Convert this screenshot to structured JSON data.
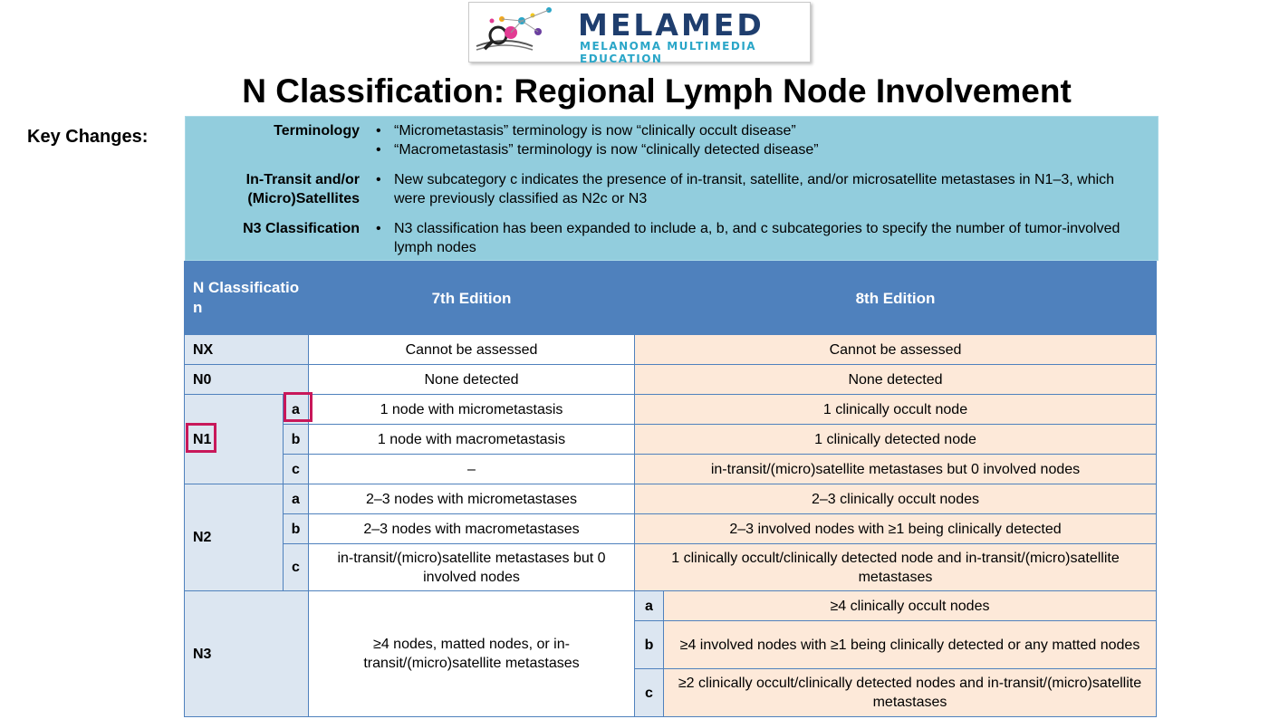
{
  "logo": {
    "name": "MELAMED",
    "tagline": "MELANOMA MULTIMEDIA EDUCATION"
  },
  "title": "N Classification: Regional Lymph Node Involvement",
  "key_changes_label": "Key Changes:",
  "changes": [
    {
      "label": "Terminology",
      "bullets": [
        "“Micrometastasis” terminology is now “clinically occult disease”",
        "“Macrometastasis” terminology is now “clinically detected disease”"
      ]
    },
    {
      "label": "In-Transit and/or (Micro)Satellites",
      "bullets": [
        "New subcategory c indicates the presence of in-transit, satellite, and/or microsatellite metastases in N1–3, which were previously classified as N2c or N3"
      ]
    },
    {
      "label": "N3 Classification",
      "bullets": [
        "N3 classification has been expanded to include a, b, and c subcategories to specify the number of tumor-involved lymph nodes"
      ]
    }
  ],
  "table": {
    "headers": [
      "N Classificatio n",
      "7th Edition",
      "8th Edition"
    ],
    "nx": {
      "label": "NX",
      "seventh": "Cannot be assessed",
      "eighth": "Cannot be assessed"
    },
    "n0": {
      "label": "N0",
      "seventh": "None detected",
      "eighth": "None detected"
    },
    "n1": {
      "label": "N1",
      "rows": [
        {
          "sub": "a",
          "seventh": "1 node with micrometastasis",
          "eighth": "1 clinically occult node"
        },
        {
          "sub": "b",
          "seventh": "1 node with macrometastasis",
          "eighth": "1 clinically detected node"
        },
        {
          "sub": "c",
          "seventh": "–",
          "eighth": "in-transit/(micro)satellite metastases but 0 involved nodes"
        }
      ]
    },
    "n2": {
      "label": "N2",
      "rows": [
        {
          "sub": "a",
          "seventh": "2–3 nodes with micrometastases",
          "eighth": "2–3 clinically occult nodes"
        },
        {
          "sub": "b",
          "seventh": "2–3 nodes with macrometastases",
          "eighth": "2–3 involved nodes with ≥1 being clinically detected"
        },
        {
          "sub": "c",
          "seventh": "in-transit/(micro)satellite metastases but 0 involved nodes",
          "eighth": "1 clinically occult/clinically detected node and in-transit/(micro)satellite metastases"
        }
      ]
    },
    "n3": {
      "label": "N3",
      "seventh": "≥4 nodes, matted nodes, or in-transit/(micro)satellite metastases",
      "rows": [
        {
          "sub": "a",
          "eighth": "≥4 clinically occult nodes"
        },
        {
          "sub": "b",
          "eighth": "≥4 involved nodes with ≥1 being clinically detected or any matted nodes"
        },
        {
          "sub": "c",
          "eighth": "≥2 clinically occult/clinically detected nodes and in-transit/(micro)satellite metastases"
        }
      ]
    }
  }
}
